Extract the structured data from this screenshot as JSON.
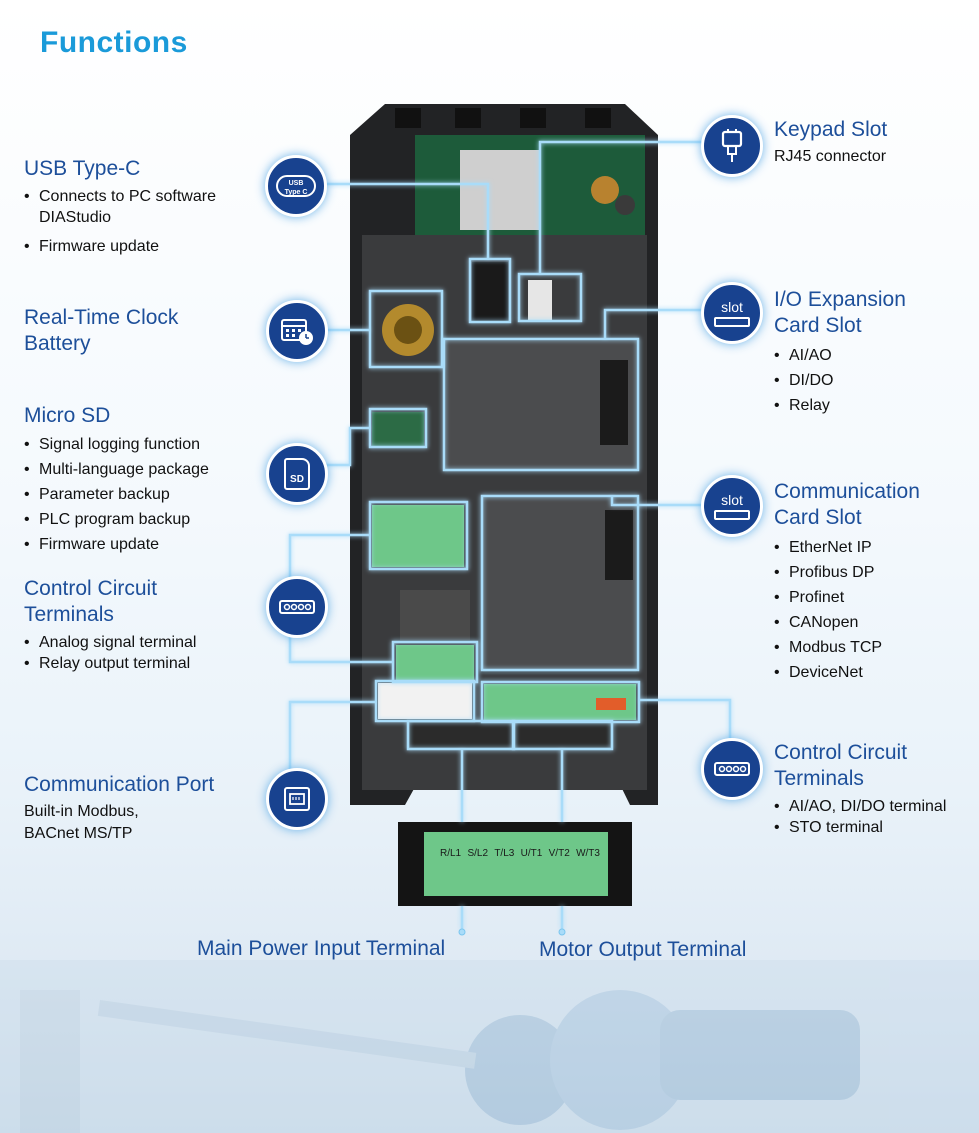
{
  "title": "Functions",
  "usb": {
    "heading": "USB Type-C",
    "items": [
      "Connects to PC software DIAStudio",
      "Firmware update"
    ],
    "icon_text_top": "USB",
    "icon_text_bottom": "Type C"
  },
  "rtc": {
    "heading_line1": "Real-Time Clock",
    "heading_line2": "Battery"
  },
  "microsd": {
    "heading": "Micro SD",
    "items": [
      "Signal logging function",
      "Multi-language package",
      "Parameter backup",
      "PLC program backup",
      "Firmware update"
    ],
    "icon_text": "SD"
  },
  "control_left": {
    "heading_line1": "Control Circuit",
    "heading_line2": "Terminals",
    "items": [
      "Analog signal terminal",
      "Relay output terminal"
    ]
  },
  "comm_port": {
    "heading": "Communication Port",
    "desc_line1": "Built-in Modbus,",
    "desc_line2": "BACnet MS/TP"
  },
  "keypad": {
    "heading": "Keypad Slot",
    "desc": "RJ45 connector"
  },
  "io_exp": {
    "heading_line1": "I/O Expansion",
    "heading_line2": "Card Slot",
    "items": [
      "AI/AO",
      "DI/DO",
      "Relay"
    ],
    "icon_text": "slot"
  },
  "comm_card": {
    "heading_line1": "Communication",
    "heading_line2": "Card Slot",
    "items": [
      "EtherNet IP",
      "Profibus DP",
      "Profinet",
      "CANopen",
      "Modbus TCP",
      "DeviceNet"
    ],
    "icon_text": "slot"
  },
  "control_right": {
    "heading_line1": "Control Circuit",
    "heading_line2": "Terminals",
    "items": [
      "AI/AO, DI/DO terminal",
      "STO terminal"
    ]
  },
  "power_terminal_labels": [
    "R/L1",
    "S/L2",
    "T/L3",
    "U/T1",
    "V/T2",
    "W/T3"
  ],
  "bottom": {
    "main_power": "Main Power Input Terminal",
    "motor_output": "Motor Output Terminal"
  },
  "colors": {
    "title": "#1a9ad9",
    "heading": "#1d4f9a",
    "icon_bg": "#18428f",
    "glow": "#8fd0f7",
    "terminal_green": "#5fbf7a"
  }
}
